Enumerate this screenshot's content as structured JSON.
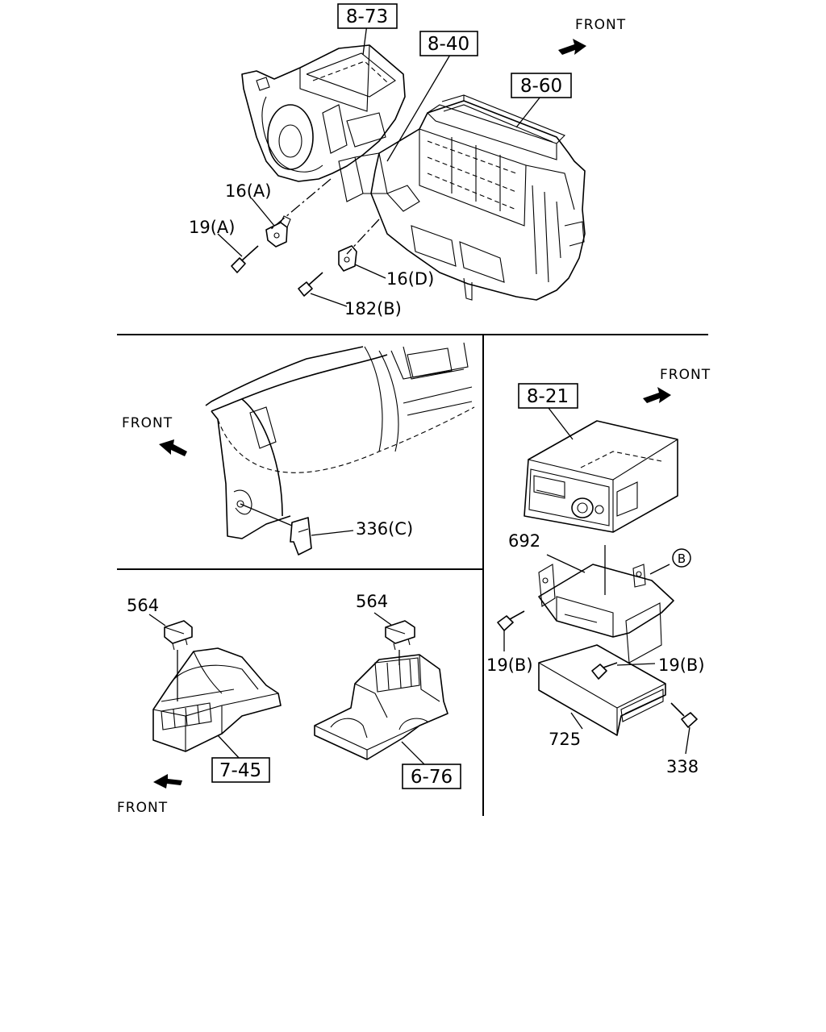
{
  "refs": {
    "r873": "8-73",
    "r840": "8-40",
    "r860": "8-60",
    "r821": "8-21",
    "r745": "7-45",
    "r676": "6-76"
  },
  "labels": {
    "p16a": "16(A)",
    "p19a": "19(A)",
    "p16d": "16(D)",
    "p182b": "182(B)",
    "p336c": "336(C)",
    "p564a": "564",
    "p564b": "564",
    "p692": "692",
    "pB": "B",
    "p19b_left": "19(B)",
    "p19b_right": "19(B)",
    "p725": "725",
    "p338": "338"
  },
  "front": {
    "top": "FRONT",
    "middle_left": "FRONT",
    "right": "FRONT",
    "bottom_left": "FRONT"
  }
}
